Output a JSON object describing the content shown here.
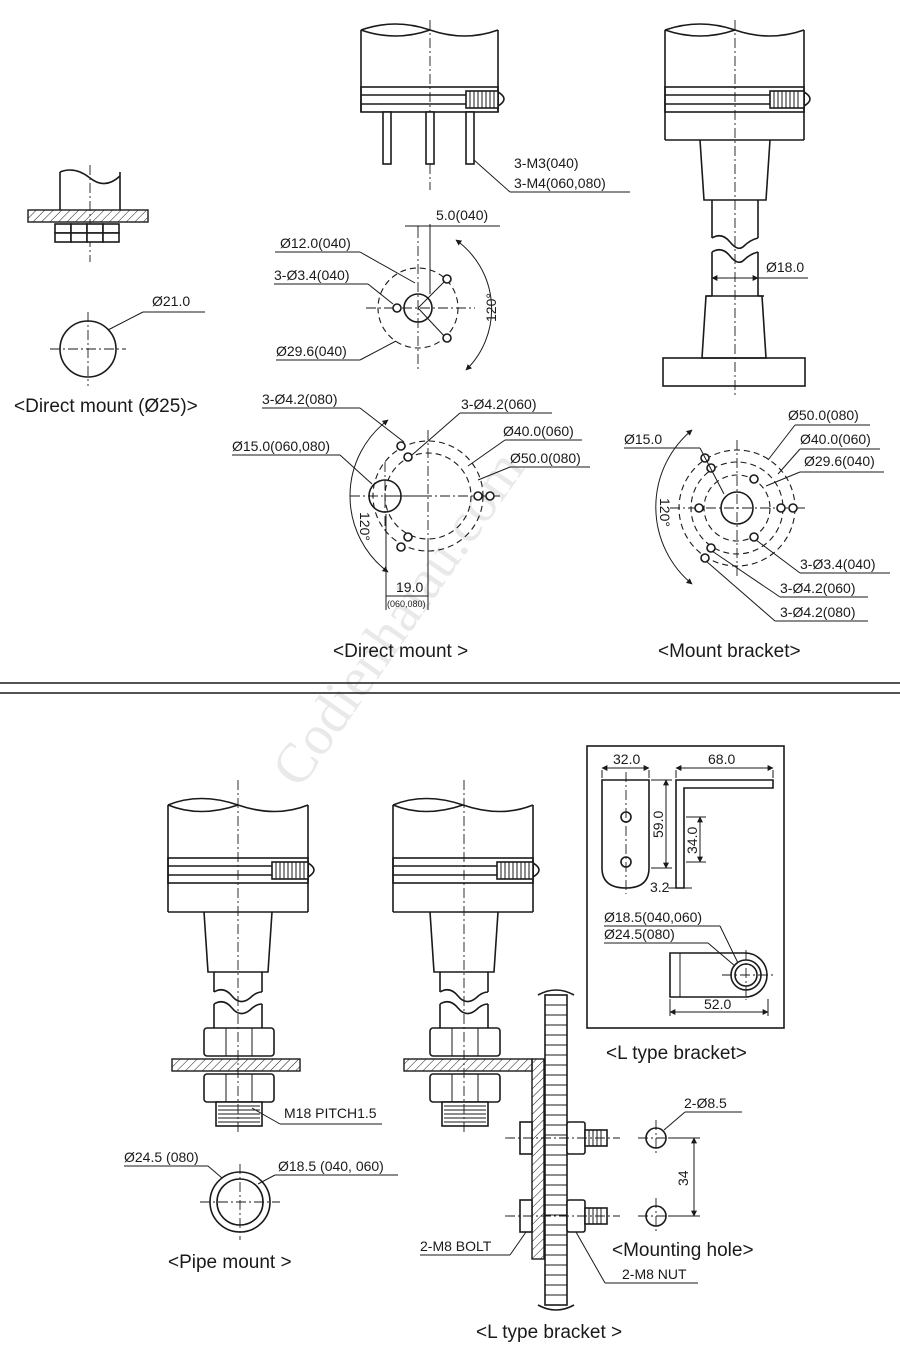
{
  "watermark": "Codienhaiau.com",
  "captions": {
    "direct_mount_25": "<Direct mount (Ø25)>",
    "direct_mount": "<Direct mount >",
    "mount_bracket": "<Mount bracket>",
    "pipe_mount": "<Pipe mount >",
    "l_bracket_inset": "<L type bracket>",
    "mounting_hole": "<Mounting hole>",
    "l_bracket": "<L type bracket >"
  },
  "dims": {
    "phi21": "Ø21.0",
    "m3": "3-M3(040)",
    "m4": "3-M4(060,080)",
    "d5": "5.0(040)",
    "phi12": "Ø12.0(040)",
    "phi34_040": "3-Ø3.4(040)",
    "a120_1": "120°",
    "phi296_040": "Ø29.6(040)",
    "phi42_080": "3-Ø4.2(080)",
    "phi42_060": "3-Ø4.2(060)",
    "phi15_060080": "Ø15.0(060,080)",
    "phi40_060": "Ø40.0(060)",
    "phi50_080": "Ø50.0(080)",
    "a120_2": "120°",
    "d19": "19.0",
    "d19_sub": "(060,080)",
    "phi18": "Ø18.0",
    "phi50b": "Ø50.0(080)",
    "phi15b": "Ø15.0",
    "phi40b": "Ø40.0(060)",
    "phi296b": "Ø29.6(040)",
    "a120_3": "120°",
    "mb_34_040": "3-Ø3.4(040)",
    "mb_42_060": "3-Ø4.2(060)",
    "mb_42_080": "3-Ø4.2(080)",
    "lb_32": "32.0",
    "lb_68": "68.0",
    "lb_59": "59.0",
    "lb_34": "34.0",
    "lb_32b": "3.2",
    "lb_phi185": "Ø18.5(040,060)",
    "lb_phi245": "Ø24.5(080)",
    "lb_52": "52.0",
    "m18": "M18 PITCH1.5",
    "pipe_phi245": "Ø24.5 (080)",
    "pipe_phi185": "Ø18.5 (040, 060)",
    "mh_85": "2-Ø8.5",
    "mh_34": "34",
    "bolt": "2-M8 BOLT",
    "nut": "2-M8 NUT"
  }
}
